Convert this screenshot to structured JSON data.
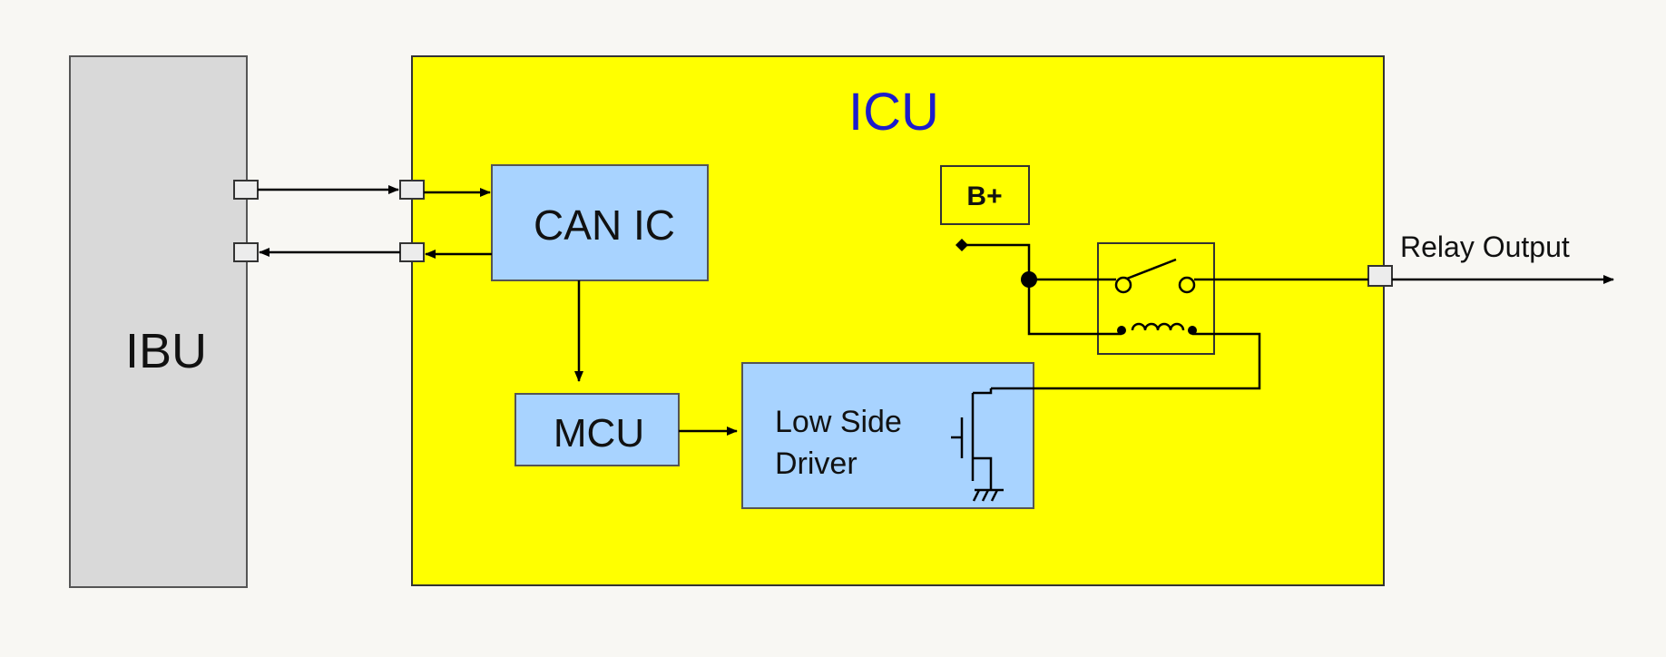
{
  "blocks": {
    "ibu": {
      "label": "IBU"
    },
    "icu": {
      "label": "ICU"
    },
    "can_ic": {
      "label": "CAN IC"
    },
    "mcu": {
      "label": "MCU"
    },
    "low_side_driver": {
      "line1": "Low Side",
      "line2": "Driver"
    },
    "battery": {
      "label": "B+"
    }
  },
  "relay": {
    "output_label": "Relay Output"
  },
  "colors": {
    "icu_fill": "#ffff00",
    "ibu_fill": "#d9d9d9",
    "block_fill": "#a8d3ff",
    "icu_title": "#1c1ccc",
    "background": "#f8f7f3"
  }
}
